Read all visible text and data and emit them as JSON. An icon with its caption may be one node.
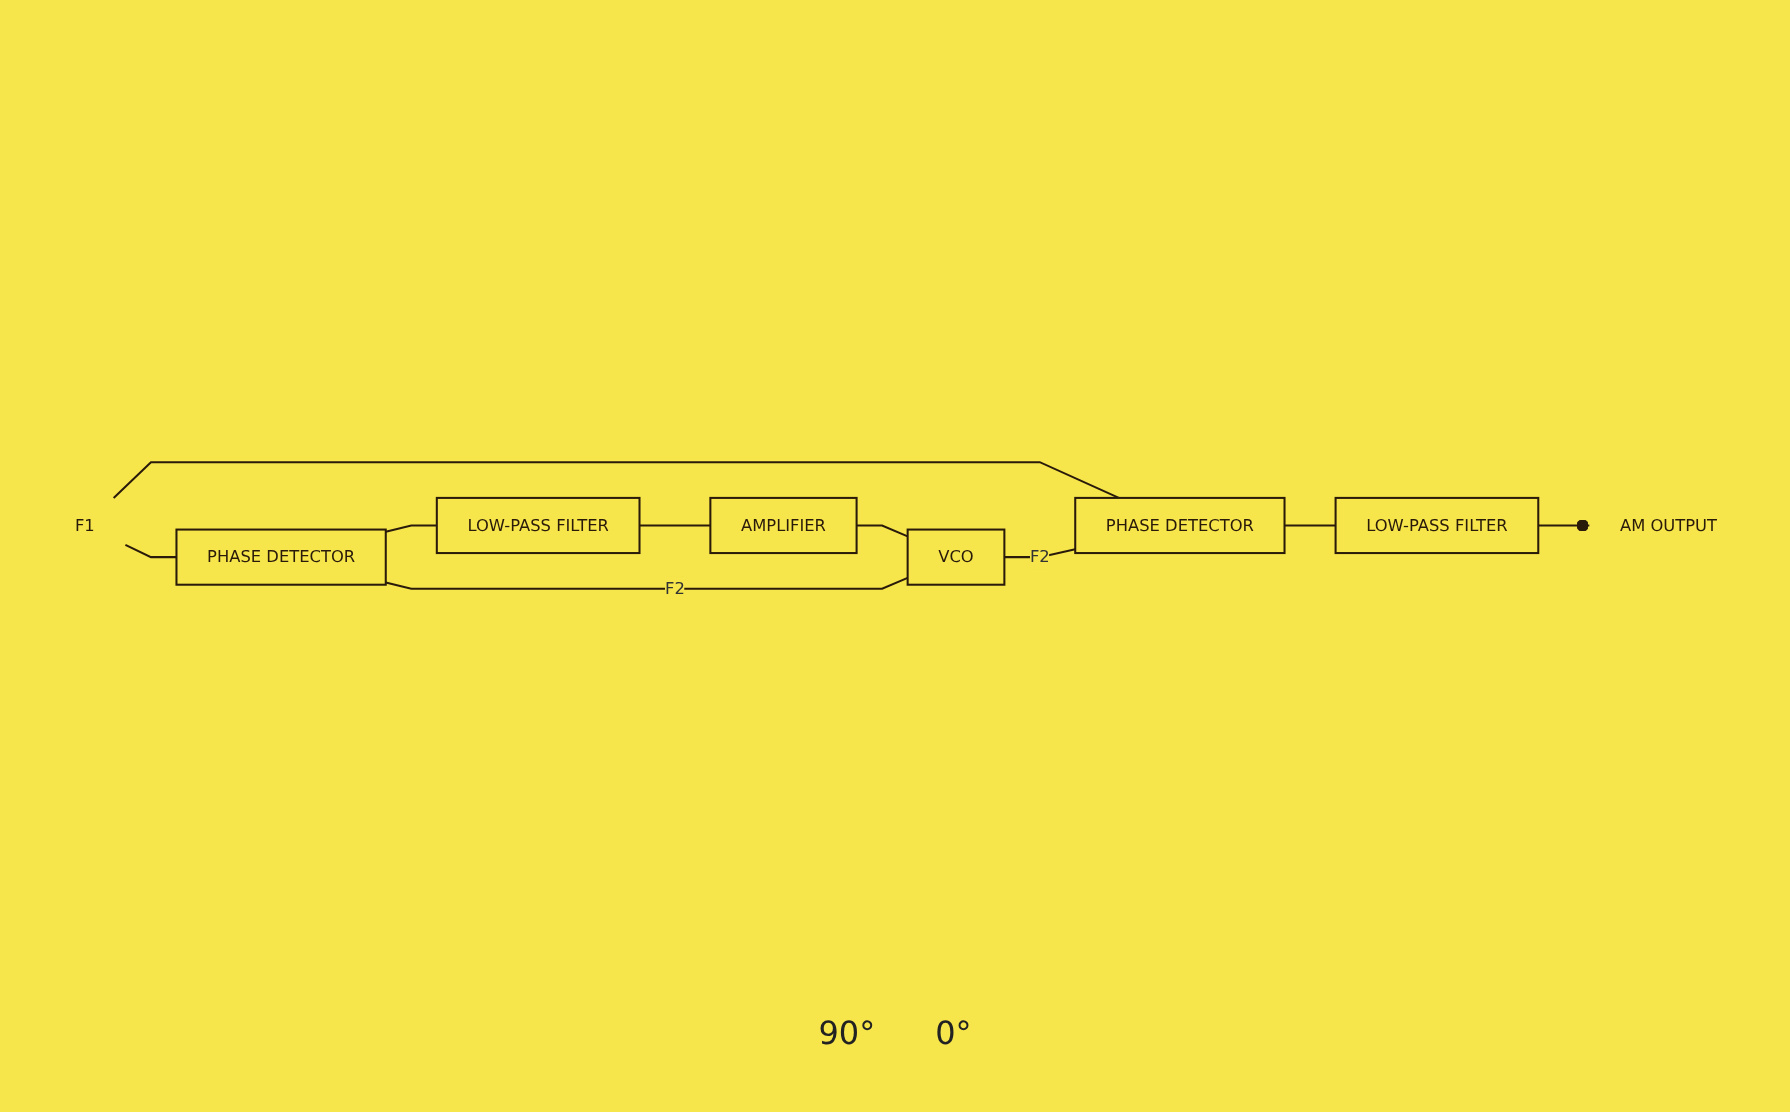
{
  "diagram": {
    "nodes": [
      {
        "text": [
          "F1"
        ]
      },
      {
        "text": [
          "PHASE DETECTOR"
        ]
      },
      {
        "text": [
          "LOW-PASS FILTER"
        ]
      },
      {
        "text": [
          "AMPLIFIER"
        ]
      },
      {
        "text": [
          "VCO"
        ]
      },
      {
        "text": [
          "PHASE DETECTOR"
        ]
      },
      {
        "text": [
          "LOW-PASS FILTER"
        ]
      },
      {
        "text": [
          "AM OUTPUT"
        ]
      }
    ],
    "edges": [
      {
        "from": 0,
        "to": 1,
        "arrow": "none"
      },
      {
        "from": 0,
        "to": 5,
        "arrow": "none"
      },
      {
        "from": 1,
        "to": 2,
        "arrow": "none"
      },
      {
        "from": 2,
        "to": 3,
        "arrow": "none"
      },
      {
        "from": 3,
        "to": 4,
        "arrow": "none"
      },
      {
        "from": 4,
        "to": 1,
        "arrow": "none",
        "label": "F2"
      },
      {
        "from": 4,
        "to": 5,
        "arrow": "none",
        "label": "F2"
      },
      {
        "from": 5,
        "to": 6,
        "arrow": "none"
      },
      {
        "from": 6,
        "to": 7,
        "arrow": "other"
      }
    ],
    "labels": [
      "90°",
      "0°"
    ]
  }
}
